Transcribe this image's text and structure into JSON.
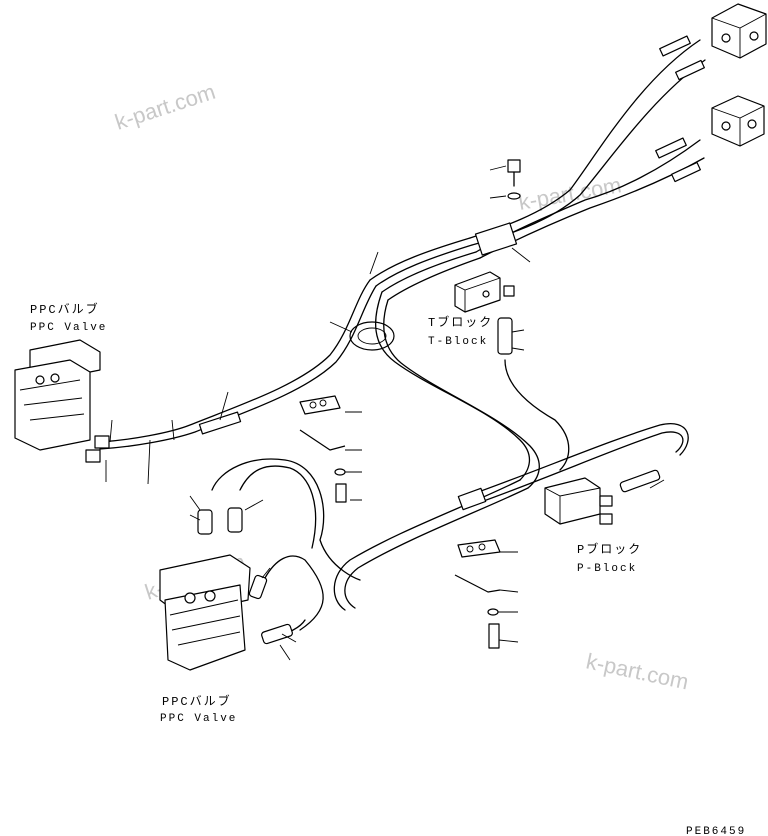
{
  "labels": {
    "ppc_valve_top_jp": "PPCバルブ",
    "ppc_valve_top_en": "PPC Valve",
    "ppc_valve_bottom_jp": "PPCバルブ",
    "ppc_valve_bottom_en": "PPC Valve",
    "t_block_jp": "Tブロック",
    "t_block_en": "T-Block",
    "p_block_jp": "Pブロック",
    "p_block_en": "P-Block",
    "drawing_number": "PEB6459"
  },
  "watermarks": [
    "k-part.com",
    "k-part.com",
    "k-part.com",
    "k-part.com"
  ]
}
